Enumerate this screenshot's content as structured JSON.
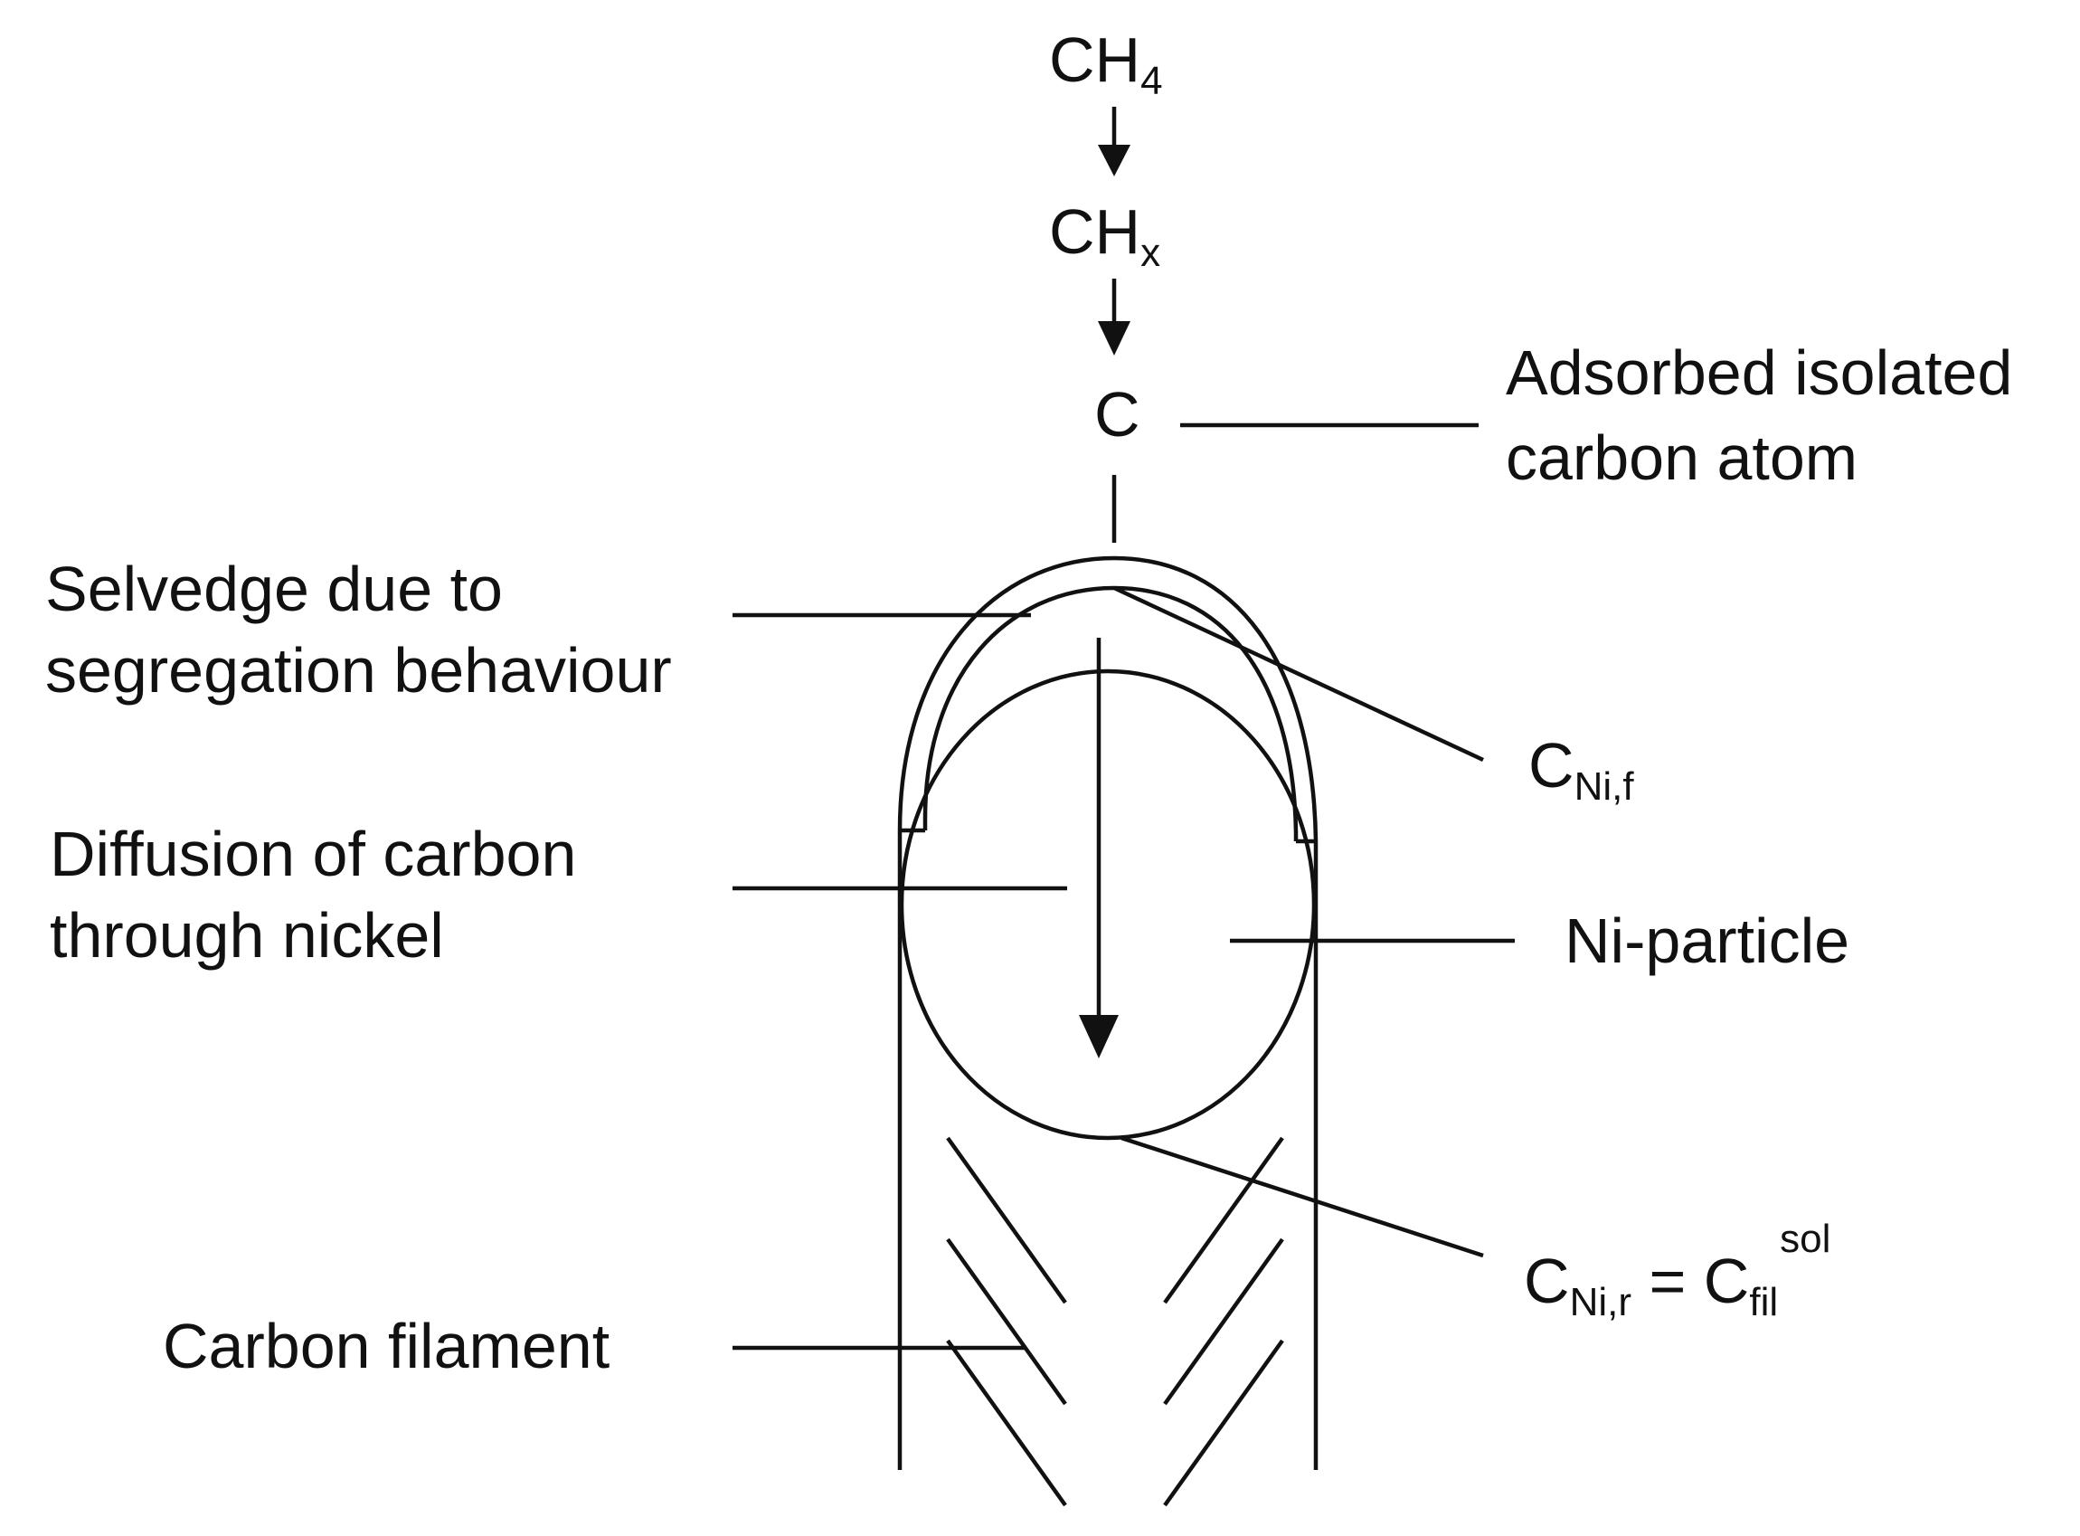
{
  "labels": {
    "ch4": {
      "main": "CH",
      "sub": "4"
    },
    "chx": {
      "main": "CH",
      "sub": "x"
    },
    "c": "C",
    "adsorbed": {
      "line1": "Adsorbed isolated",
      "line2": "carbon atom"
    },
    "selvedge": {
      "line1": "Selvedge due to",
      "line2": "segregation behaviour"
    },
    "diffusion": {
      "line1": "Diffusion of carbon",
      "line2": "through nickel"
    },
    "ni_particle": "Ni-particle",
    "carbon_filament": "Carbon filament",
    "c_ni_f": {
      "main": "C",
      "sub": "Ni,f"
    },
    "c_ni_r": {
      "main": "C",
      "sub": "Ni,r",
      "eq": " = ",
      "main2": "C",
      "sub2": "fil",
      "sup2": "sol"
    }
  },
  "colors": {
    "ink": "#111111",
    "background": "#ffffff"
  }
}
